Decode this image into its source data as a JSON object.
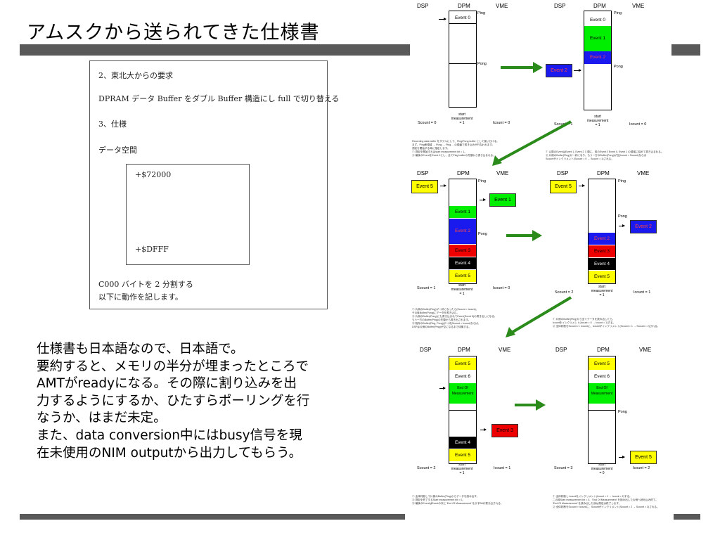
{
  "title": "アムスクから送られてきた仕様書",
  "spec": {
    "l1": "2、東北大からの要求",
    "l2": "DPRAM データ Buffer をダブル Buffer 構造にし full で切り替える",
    "l3": "3、仕様",
    "l4": "データ空間",
    "addr_start": "+$72000",
    "addr_end": "+$DFFF",
    "l5": "C000 バイトを 2 分割する",
    "l6": "以下に動作を記します。"
  },
  "summary": [
    "仕様書も日本語なので、日本語で。",
    "要約すると、メモリの半分が埋まったところで",
    "AMTがreadyになる。その際に割り込みを出",
    "力するようにするか、ひたすらポーリングを行",
    "なうか、はまだ未定。",
    "また、data conversion中にはbusy信号を現",
    "在未使用のNIM outputから出力してもらう。"
  ],
  "diagram": {
    "dsp": "DSP",
    "dpm": "DPM",
    "vme": "VME",
    "ping": "Ping",
    "pong": "Pong",
    "start_measurement": [
      "start",
      "measurement"
    ],
    "p1": {
      "ev0": "Event 0",
      "scount": "Scount = 0",
      "lcount": "Icount = 0",
      "meas": "= 1"
    },
    "p2": {
      "ev0": "Event 0",
      "ev1": "Event 1",
      "ev2": "Event 2",
      "ext": "Event 2",
      "scount": "Scount = 1",
      "lcount": "Icount = 0",
      "meas": "= 1"
    },
    "p3": {
      "dsp_ev": "Event 5",
      "ev1": "Event 1",
      "ev2": "Event 2",
      "ev3": "Event 3",
      "ev4": "Event 4",
      "ev5": "Event 5",
      "ext": "Event 1",
      "scount": "Scount = 1",
      "lcount": "Icount = 0",
      "meas": "= 1"
    },
    "p4": {
      "dsp_ev": "Event 5",
      "ev2": "Event 2",
      "ev3": "Event 3",
      "ev4": "Event 4",
      "ev5": "Event 5",
      "ext": "Event 2",
      "scount": "Scount = 2",
      "lcount": "Icount = 1",
      "meas": "= 1"
    },
    "p5": {
      "ev5": "Event 5",
      "ev6": "Event 6",
      "eom": "End Of Measurement",
      "ev4": "Event 4",
      "ev5b": "Event 5",
      "ext": "Event 3",
      "scount": "Scount = 2",
      "lcount": "Icount = 1",
      "meas": "= 1"
    },
    "p6": {
      "ev5": "Event 5",
      "ev6": "Event 6",
      "eom": "End Of Measurement",
      "ext": "Event 5",
      "scount": "Scount = 3",
      "lcount": "Icount = 2",
      "meas": "= 0"
    },
    "notes": {
      "n1": [
        "Recording data buffer をダブルにして、Ping/Pong buffer として使い分ける。",
        "まず、Ping側領域 → Pong → Ping ... の順番で書き込みが行なわれます。",
        "測定を開始する時に指定します。",
        "① 測定を開始すればstart measurement bit = 1。",
        "② 最後のEventをEvent 0とし、全てPing bufferの先頭から書き込まれる。"
      ],
      "n2": [
        "① 以降のEventはEvent 1, Event 2 と順に、前のEventとEvent 0, Event 1 の領域に詰めて書き込まれる。",
        "② 片側のBuffer(Ping)が一杯になり、もう一方のBuffer(Pong)が空(Icount = Scount)ならば",
        "   Scountがインクリメント(Scount = 0 → Scount = 1)される。"
      ],
      "n3": [
        "① 片側のBuffer(Ping)が一杯になったら(Scount > Icount)、",
        "   その後Buffer(Pong)にデータを書き込む。",
        "② 片側のBuffer(Pong)にも書き込まれてEvent(Event 5)の書き出しになる。",
        "   もう一方のBuffer(Ping)の先頭から書き出されます。",
        "③ 既存のBuffer(Ping, Pong)が一杯(Scount = Icount)ならば、",
        "   DSPは片側のBuffer(Ping)が空になるまで待機する。"
      ],
      "n4": [
        "① 片側のBuffer(Ping)から全てデータを読み出したら、",
        "   Icountをインクリメント(Icount = 0 → Icount = 1)する。",
        "② 全体判断をScount >= Icountに、Icountがインクリメント(Scount = 1 → Scount = 2)される。"
      ],
      "n5": [
        "① 全体判断して片側のBuffer(Ping)からデータを読み出す。",
        "② 測定を終了するStart measurement bit = 0。",
        "③ 最後のEventはEventの次に 'End Of Measurement' を示すBitが書き出される。"
      ],
      "n6": [
        "① 全体判断し Icountをインクリメント(Icount = 1 → Icount = 2)する。",
        "   この時Start measurement bit = 0、'End Of Measurement' を読み出した片側へ読み込み終了。",
        "   'End Of Measurement' を読み出した後は測定は終了します。",
        "② 全体判断をScount > Icountに、Scountがインクリメント(Scount = 2 → Scount = 3)される。"
      ]
    },
    "colors": {
      "green": "#00ee00",
      "blue": "#1a1aee",
      "red": "#ee0000",
      "black": "#000000",
      "yellow": "#ffff00",
      "arrow": "#2a8a1a"
    }
  }
}
